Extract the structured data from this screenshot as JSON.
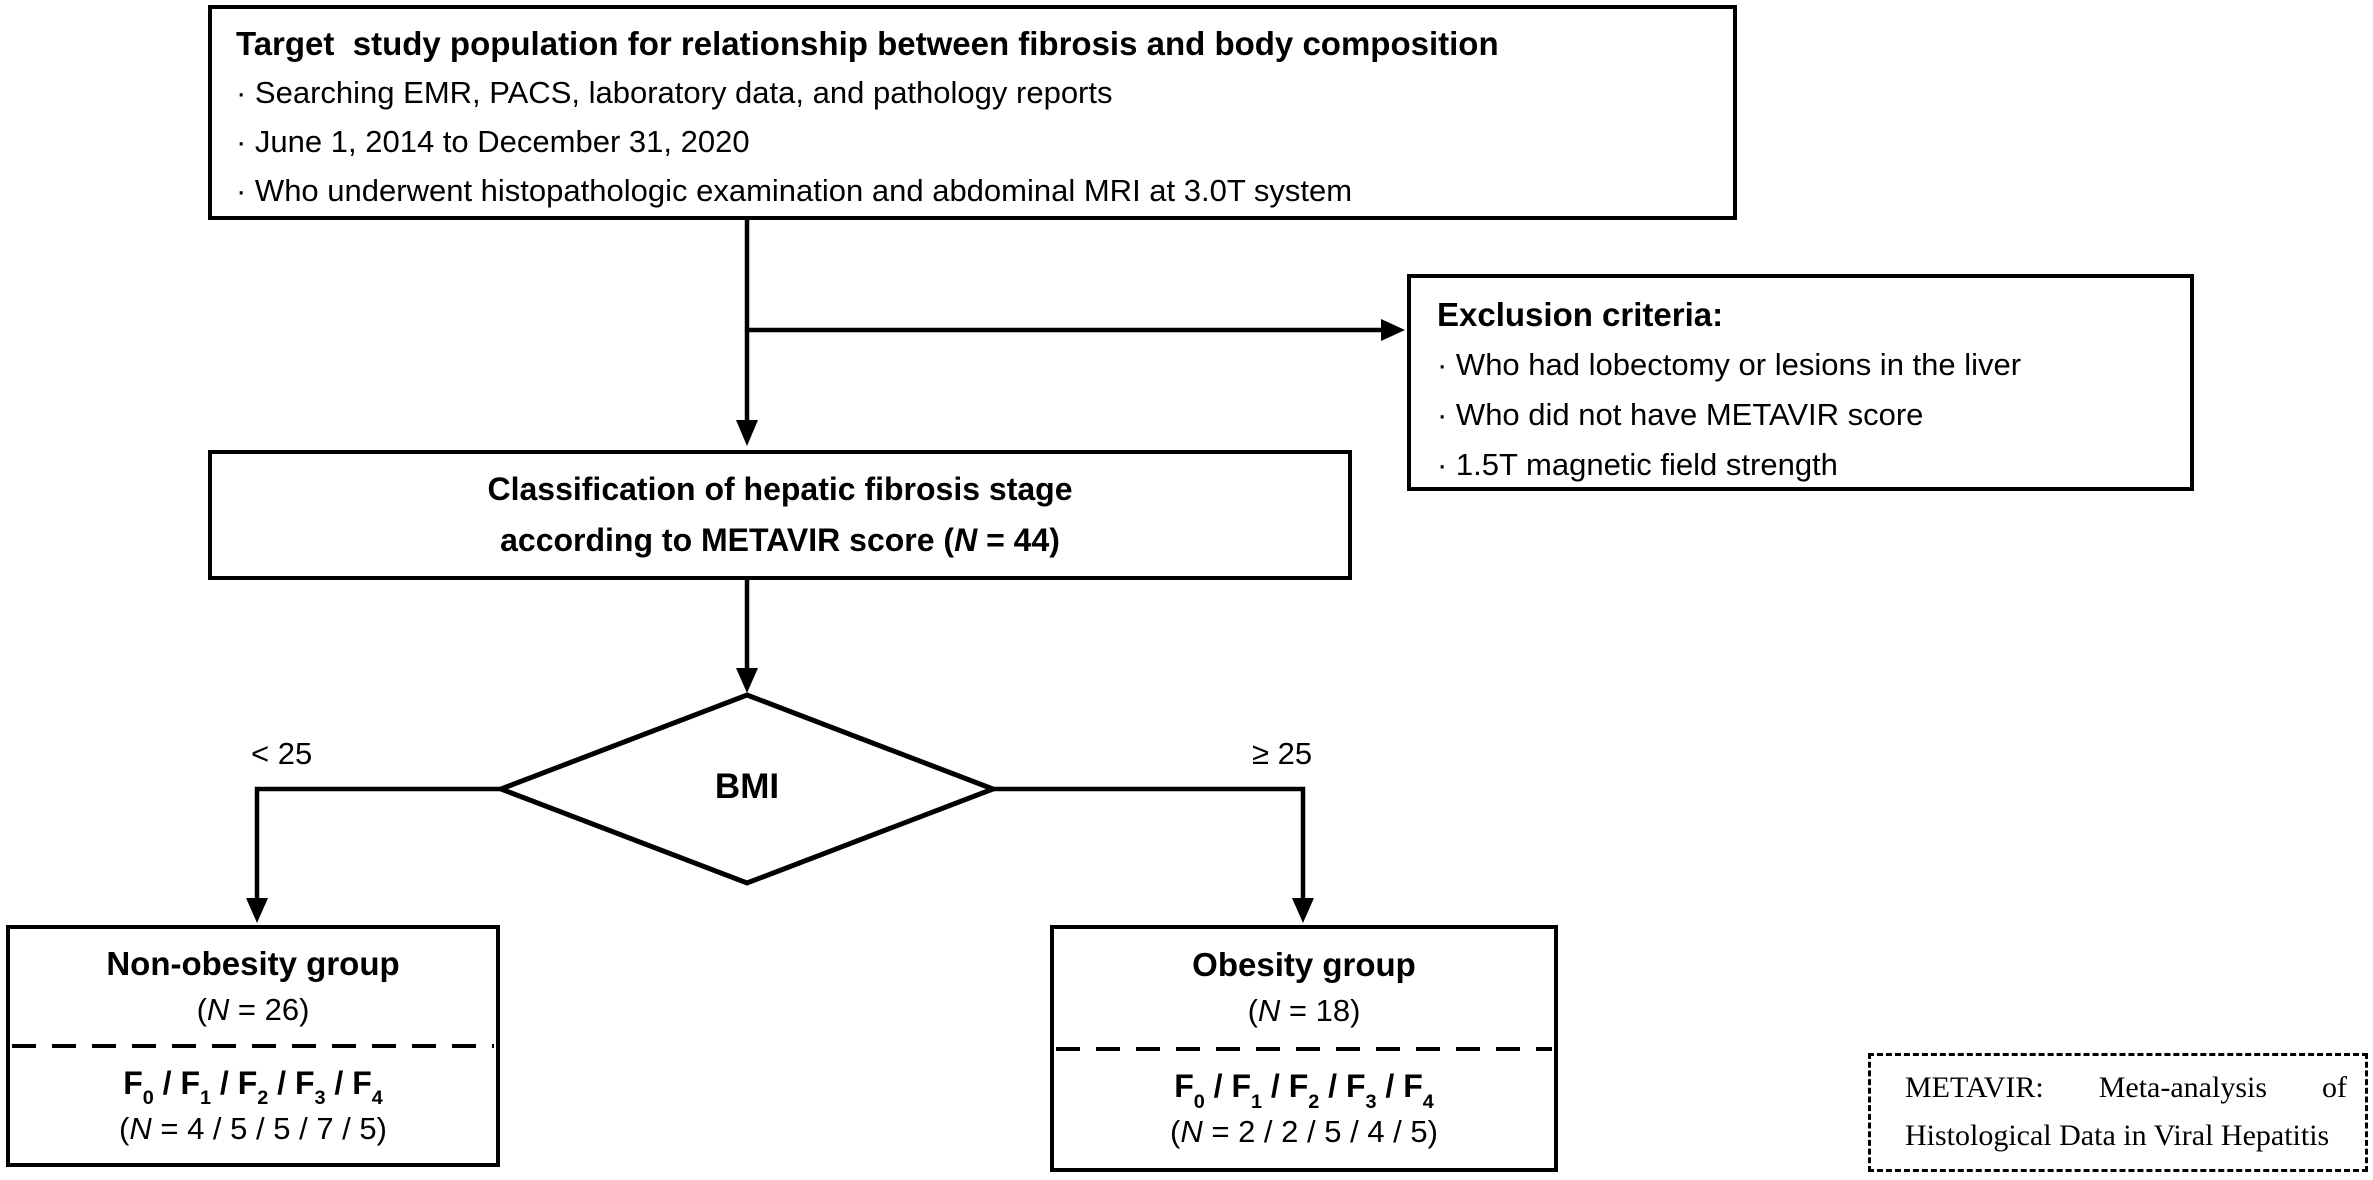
{
  "colors": {
    "ink": "#000000",
    "background": "#ffffff"
  },
  "top_box": {
    "title": "Target  study population for relationship between fibrosis and body composition",
    "items": [
      "· Searching EMR, PACS, laboratory data, and pathology reports",
      "· June 1, 2014 to December 31, 2020",
      "· Who underwent histopathologic examination and abdominal MRI at 3.0T system"
    ]
  },
  "exclusion_box": {
    "title": "Exclusion criteria:",
    "items": [
      "· Who had lobectomy or lesions in the liver",
      "· Who did not have METAVIR score",
      "· 1.5T magnetic field strength"
    ]
  },
  "classification_box": {
    "line1": "Classification of hepatic fibrosis stage",
    "line2_pre": "according to METAVIR score (",
    "line2_n": "N",
    "line2_post": " = 44)"
  },
  "decision": {
    "label": "BMI",
    "left_label": "< 25",
    "right_label": "≥ 25"
  },
  "groups": [
    {
      "title": "Non-obesity group",
      "n_pre": "(",
      "n_italic": "N",
      "n_post": " = 26)",
      "sep": " / ",
      "stages": [
        {
          "base": "F",
          "sub": "0"
        },
        {
          "base": "F",
          "sub": "1"
        },
        {
          "base": "F",
          "sub": "2"
        },
        {
          "base": "F",
          "sub": "3"
        },
        {
          "base": "F",
          "sub": "4"
        }
      ],
      "count_pre": "(",
      "count_italic": "N",
      "count_post": " = 4 / 5 / 5 / 7 / 5)"
    },
    {
      "title": "Obesity group",
      "n_pre": "(",
      "n_italic": "N",
      "n_post": " = 18)",
      "sep": " / ",
      "stages": [
        {
          "base": "F",
          "sub": "0"
        },
        {
          "base": "F",
          "sub": "1"
        },
        {
          "base": "F",
          "sub": "2"
        },
        {
          "base": "F",
          "sub": "3"
        },
        {
          "base": "F",
          "sub": "4"
        }
      ],
      "count_pre": "(",
      "count_italic": "N",
      "count_post": " = 2 / 2 / 5 / 4 / 5)"
    }
  ],
  "legend": {
    "line1": "METAVIR: Meta-analysis of",
    "line2": "Histological Data in Viral Hepatitis"
  }
}
